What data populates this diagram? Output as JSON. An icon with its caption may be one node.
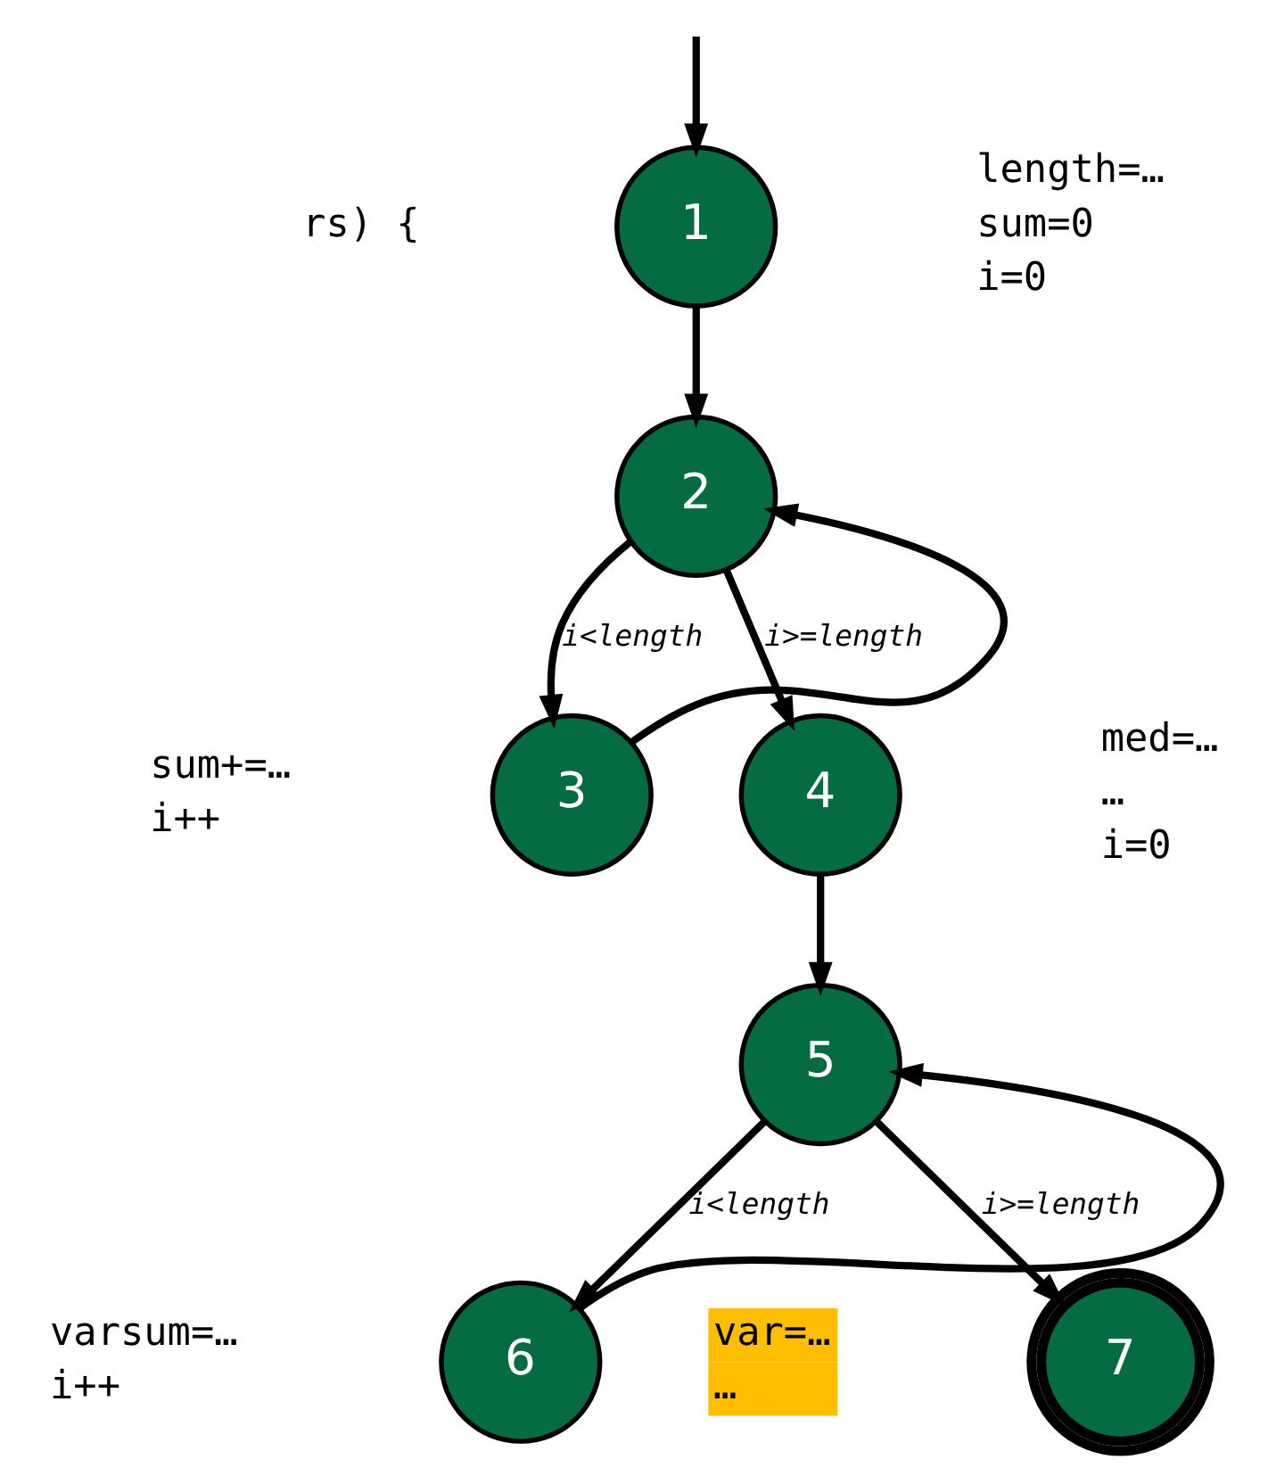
{
  "diagram": {
    "nodes": [
      {
        "text": [
          "1"
        ],
        "beside": [
          "length=…",
          "sum=0",
          "i=0"
        ]
      },
      {
        "text": [
          "2"
        ]
      },
      {
        "text": [
          "3"
        ],
        "beside": [
          "sum+=…",
          "i++"
        ]
      },
      {
        "text": [
          "4"
        ],
        "beside": [
          "med=…",
          "…",
          "i=0"
        ]
      },
      {
        "text": [
          "5"
        ]
      },
      {
        "text": [
          "6"
        ],
        "beside": [
          "varsum=…",
          "i++"
        ]
      },
      {
        "text": [
          "7"
        ],
        "beside": [
          "var=…",
          "…"
        ]
      }
    ],
    "edges": [
      {
        "from": null,
        "to": 0,
        "arrow": "to"
      },
      {
        "from": 0,
        "to": 1,
        "arrow": "to"
      },
      {
        "from": 1,
        "to": 2,
        "arrow": "to",
        "label": "i<length"
      },
      {
        "from": 2,
        "to": 1,
        "arrow": "to"
      },
      {
        "from": 1,
        "to": 3,
        "arrow": "to",
        "label": "i>=length"
      },
      {
        "from": 3,
        "to": 4,
        "arrow": "to"
      },
      {
        "from": 4,
        "to": 5,
        "arrow": "to",
        "label": "i<length"
      },
      {
        "from": 5,
        "to": 4,
        "arrow": "to"
      },
      {
        "from": 4,
        "to": 6,
        "arrow": "to",
        "label": "i>=length"
      }
    ],
    "labels": [
      "rs) {"
    ]
  }
}
